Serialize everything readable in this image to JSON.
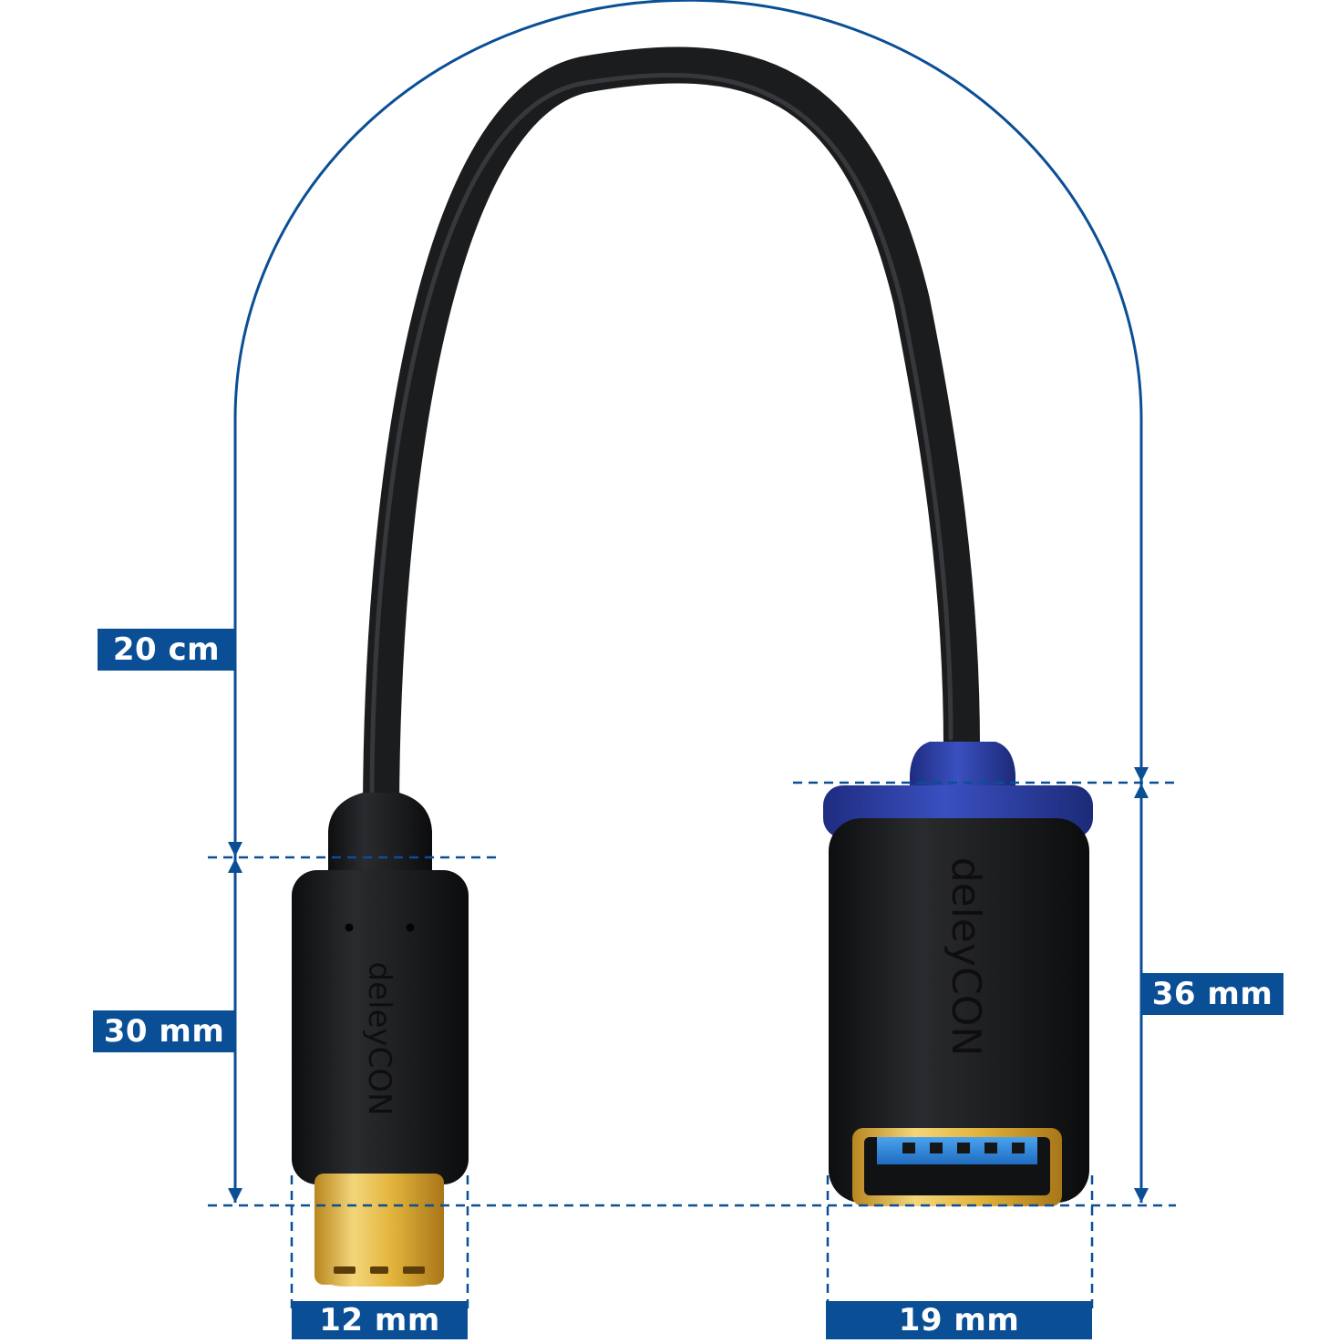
{
  "product": {
    "brand_text": "deleyCON",
    "cable_color": "#1b1c1e",
    "accent_blue": "#2c3fa8",
    "usb3_blue": "#2a7fd4",
    "gold": "#e2b43c"
  },
  "dimension_line_color": "#0a4f95",
  "dimensions": {
    "cable_length": "20 cm",
    "usb_c_length": "30 mm",
    "usb_a_length": "36 mm",
    "usb_c_width": "12 mm",
    "usb_a_width": "19 mm"
  }
}
